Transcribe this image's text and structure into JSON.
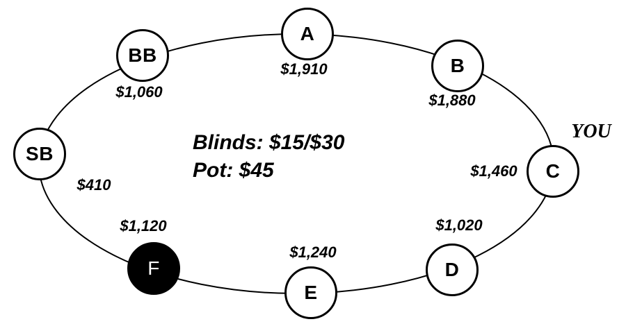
{
  "diagram": {
    "title": "poker table seating diagram",
    "you_label": "YOU",
    "center": {
      "blinds": "Blinds: $15/$30",
      "pot": "Pot: $45"
    },
    "colors": {
      "line": "#000000",
      "background": "#ffffff",
      "filled_seat": "#000000"
    },
    "seats": [
      {
        "label": "A",
        "stack": "$1,910",
        "filled": false
      },
      {
        "label": "B",
        "stack": "$1,880",
        "filled": false
      },
      {
        "label": "C",
        "stack": "$1,460",
        "filled": false,
        "marker": "YOU"
      },
      {
        "label": "D",
        "stack": "$1,020",
        "filled": false
      },
      {
        "label": "E",
        "stack": "$1,240",
        "filled": false
      },
      {
        "label": "F",
        "stack": "$1,120",
        "filled": true
      },
      {
        "label": "SB",
        "stack": "$410",
        "filled": false
      },
      {
        "label": "BB",
        "stack": "$1,060",
        "filled": false
      }
    ]
  }
}
